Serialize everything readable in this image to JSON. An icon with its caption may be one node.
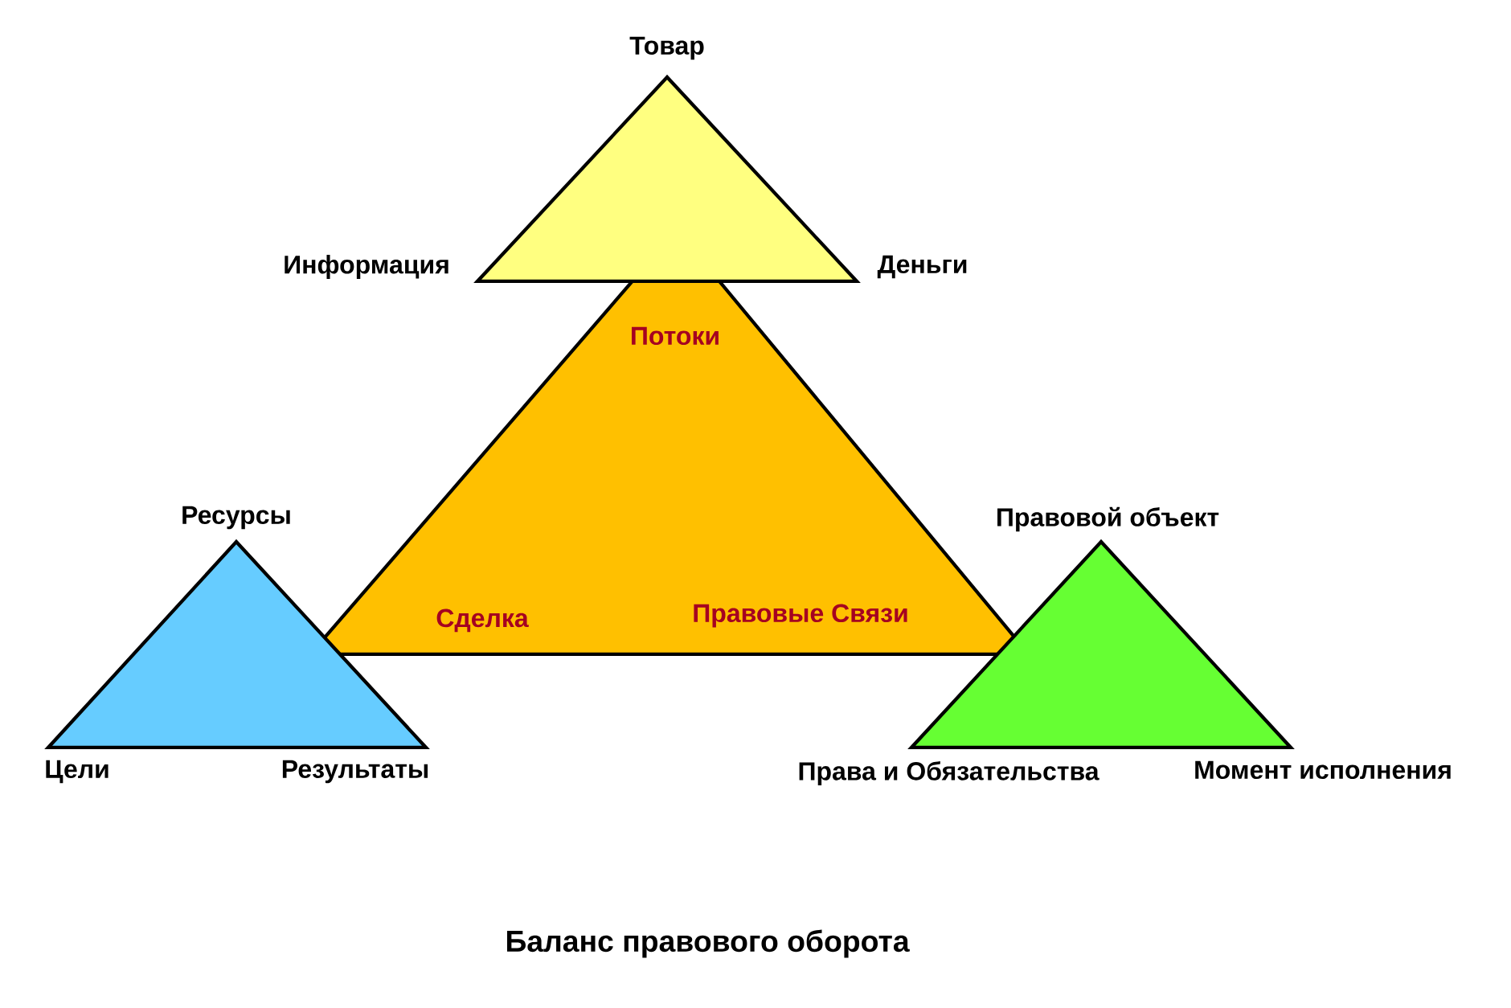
{
  "diagram": {
    "caption": "Баланс правового оборота",
    "nodes": [
      {
        "text": [
          "Потоки",
          "Сделка",
          "Правовые Связи"
        ]
      },
      {
        "text": [],
        "shape": "triangle",
        "beside": [
          "Товар"
        ]
      },
      {
        "text": [],
        "shape": "triangle",
        "beside": [
          "Ресурсы",
          "Цели",
          "Результаты"
        ]
      },
      {
        "text": [],
        "shape": "triangle",
        "beside": [
          "Правовой объект",
          "Права и Обязательства",
          "Момент исполнения"
        ]
      }
    ],
    "edges": [],
    "labels": [
      "Информация",
      "Деньги"
    ]
  }
}
